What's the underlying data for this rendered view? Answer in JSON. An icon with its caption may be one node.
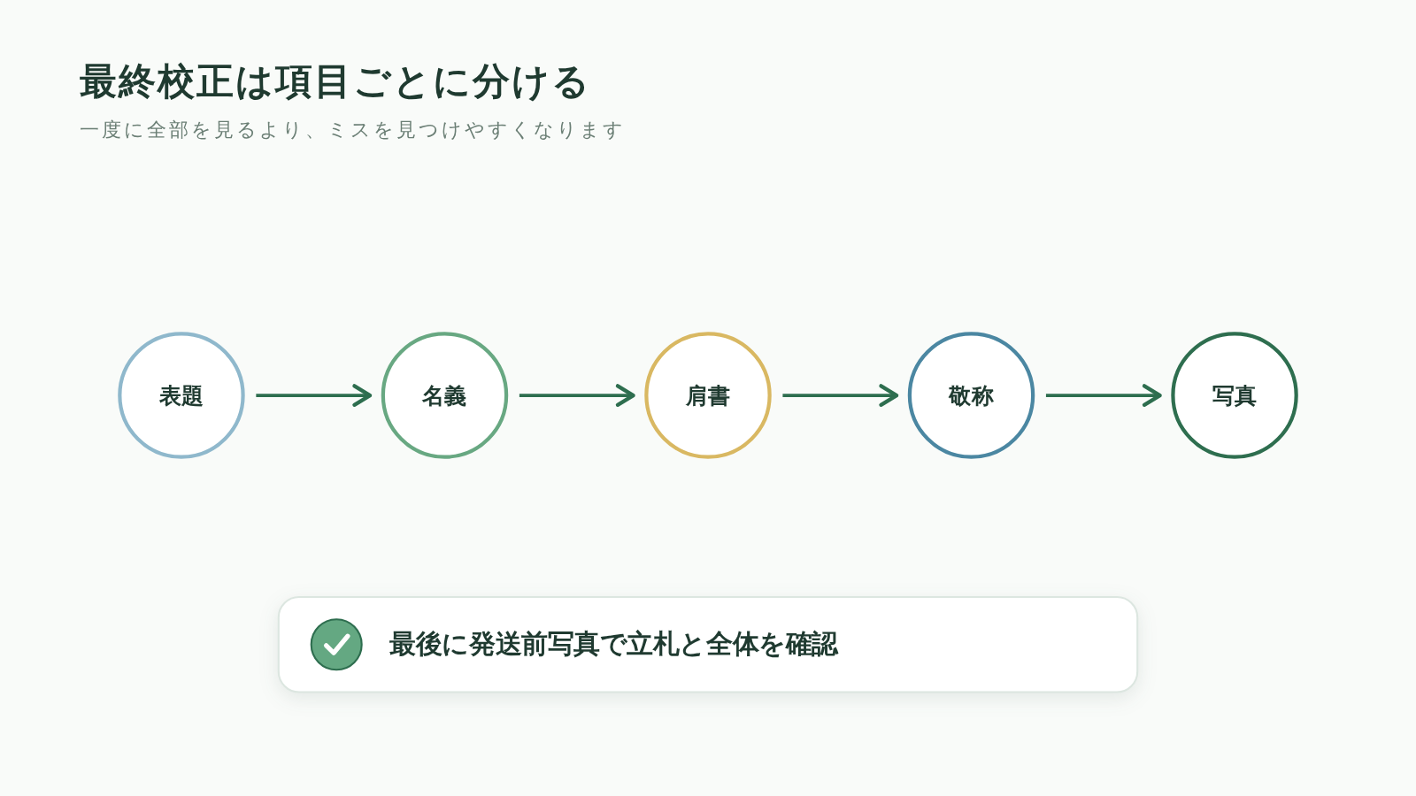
{
  "diagram": {
    "title": "最終校正は項目ごとに分ける",
    "nodes": [
      {
        "text": [
          "表題"
        ]
      },
      {
        "text": [
          "名義"
        ]
      },
      {
        "text": [
          "肩書"
        ]
      },
      {
        "text": [
          "敬称"
        ]
      },
      {
        "text": [
          "写真"
        ]
      },
      {
        "text": [
          "最後に発送前写真で立札と全体を確認"
        ]
      }
    ],
    "edges": [
      {
        "from": 0,
        "to": 1,
        "arrow": "to"
      },
      {
        "from": 1,
        "to": 2,
        "arrow": "to"
      },
      {
        "from": 2,
        "to": 3,
        "arrow": "to"
      },
      {
        "from": 3,
        "to": 4,
        "arrow": "to"
      }
    ],
    "labels": [
      "一度に全部を見るより、ミスを見つけやすくなります"
    ]
  }
}
